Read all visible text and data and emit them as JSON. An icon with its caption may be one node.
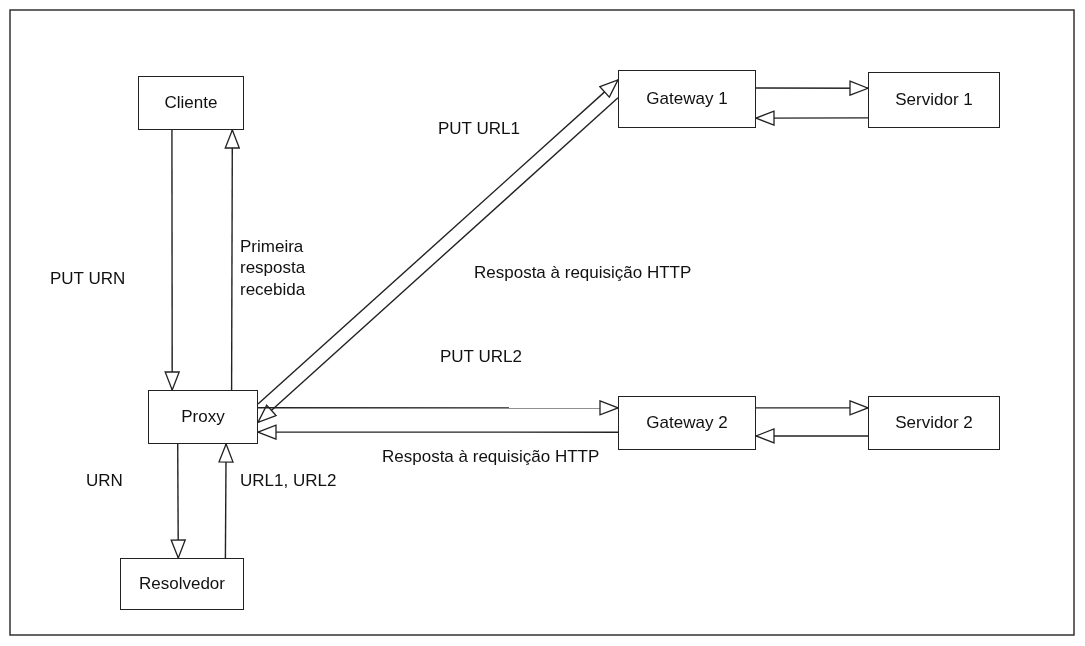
{
  "diagram": {
    "nodes": [
      {
        "text": [
          "Cliente"
        ]
      },
      {
        "text": [
          "Proxy"
        ]
      },
      {
        "text": [
          "Resolvedor"
        ]
      },
      {
        "text": [
          "Gateway 1"
        ]
      },
      {
        "text": [
          "Servidor 1"
        ]
      },
      {
        "text": [
          "Gateway 2"
        ]
      },
      {
        "text": [
          "Servidor 2"
        ]
      }
    ],
    "edges": [
      {
        "from": 0,
        "to": 1,
        "arrow": "to",
        "label": "PUT URN"
      },
      {
        "from": 1,
        "to": 0,
        "arrow": "to",
        "label": "Primeira resposta recebida"
      },
      {
        "from": 1,
        "to": 3,
        "arrow": "to",
        "label": "PUT URL1"
      },
      {
        "from": 3,
        "to": 1,
        "arrow": "to",
        "label": "Resposta à requisição HTTP"
      },
      {
        "from": 1,
        "to": 5,
        "arrow": "to",
        "label": "PUT URL2"
      },
      {
        "from": 5,
        "to": 1,
        "arrow": "to",
        "label": "Resposta à requisição HTTP"
      },
      {
        "from": 1,
        "to": 2,
        "arrow": "to",
        "label": "URN"
      },
      {
        "from": 2,
        "to": 1,
        "arrow": "to",
        "label": "URL1, URL2"
      },
      {
        "from": 3,
        "to": 4,
        "arrow": "to"
      },
      {
        "from": 4,
        "to": 3,
        "arrow": "to"
      },
      {
        "from": 5,
        "to": 6,
        "arrow": "to"
      },
      {
        "from": 6,
        "to": 5,
        "arrow": "to"
      }
    ]
  }
}
